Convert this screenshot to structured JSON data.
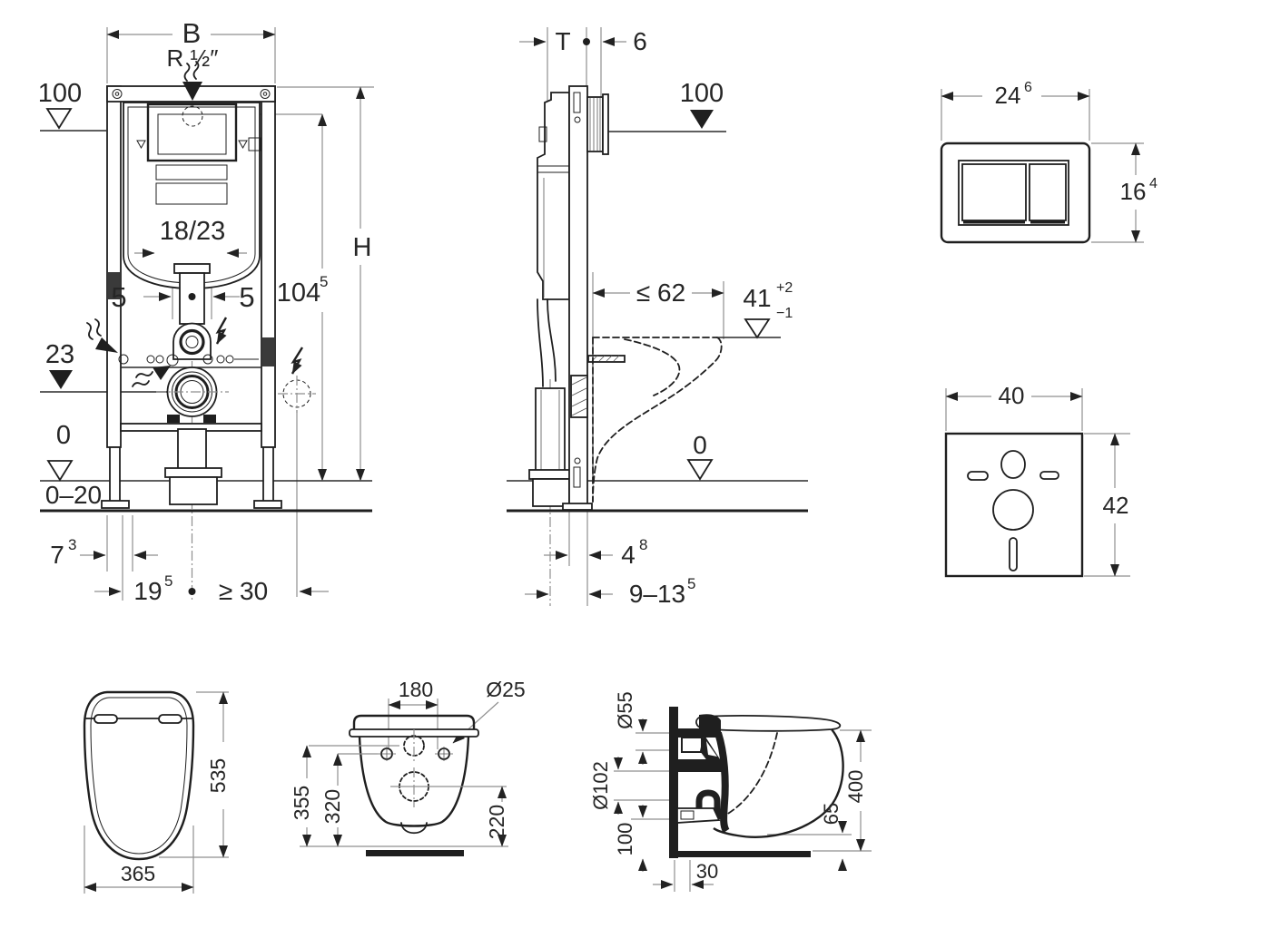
{
  "drawing": {
    "title_semantic": "wall-hung-wc-installation-frame-technical-drawing",
    "colors": {
      "line": "#1f1f1f",
      "dim_line": "#8f8f8f",
      "text": "#262626",
      "background": "#ffffff"
    },
    "front": {
      "b": "B",
      "r_half": "R ½″",
      "h100": "100",
      "t1823": "18/23",
      "five_l": "5",
      "five_r": "5",
      "h": "H",
      "v104": "104",
      "v104_sup": "5",
      "v23": "23",
      "zero": "0",
      "zero20": "0–20",
      "v7": "7",
      "v7_sup": "3",
      "v19": "19",
      "v19_sup": "5",
      "ge30": "≥ 30"
    },
    "side": {
      "t": "T",
      "six": "6",
      "h100": "100",
      "le62": "≤ 62",
      "v41": "41",
      "v41_sup": "+2",
      "v41_sub": "−1",
      "zero": "0",
      "v4": "4",
      "v4_sup": "8",
      "v913": "9–13",
      "v913_sup": "5"
    },
    "plate": {
      "w": "24",
      "w_sup": "6",
      "h": "16",
      "h_sup": "4"
    },
    "pad": {
      "w": "40",
      "h": "42"
    },
    "wc_top": {
      "h": "535",
      "w": "365"
    },
    "wc_rear": {
      "d180": "180",
      "d25": "Ø25",
      "d355": "355",
      "d320": "320",
      "d220": "220"
    },
    "wc_side": {
      "d55": "Ø55",
      "d102": "Ø102",
      "d100": "100",
      "d30": "30",
      "d65": "65",
      "d400": "400"
    }
  }
}
